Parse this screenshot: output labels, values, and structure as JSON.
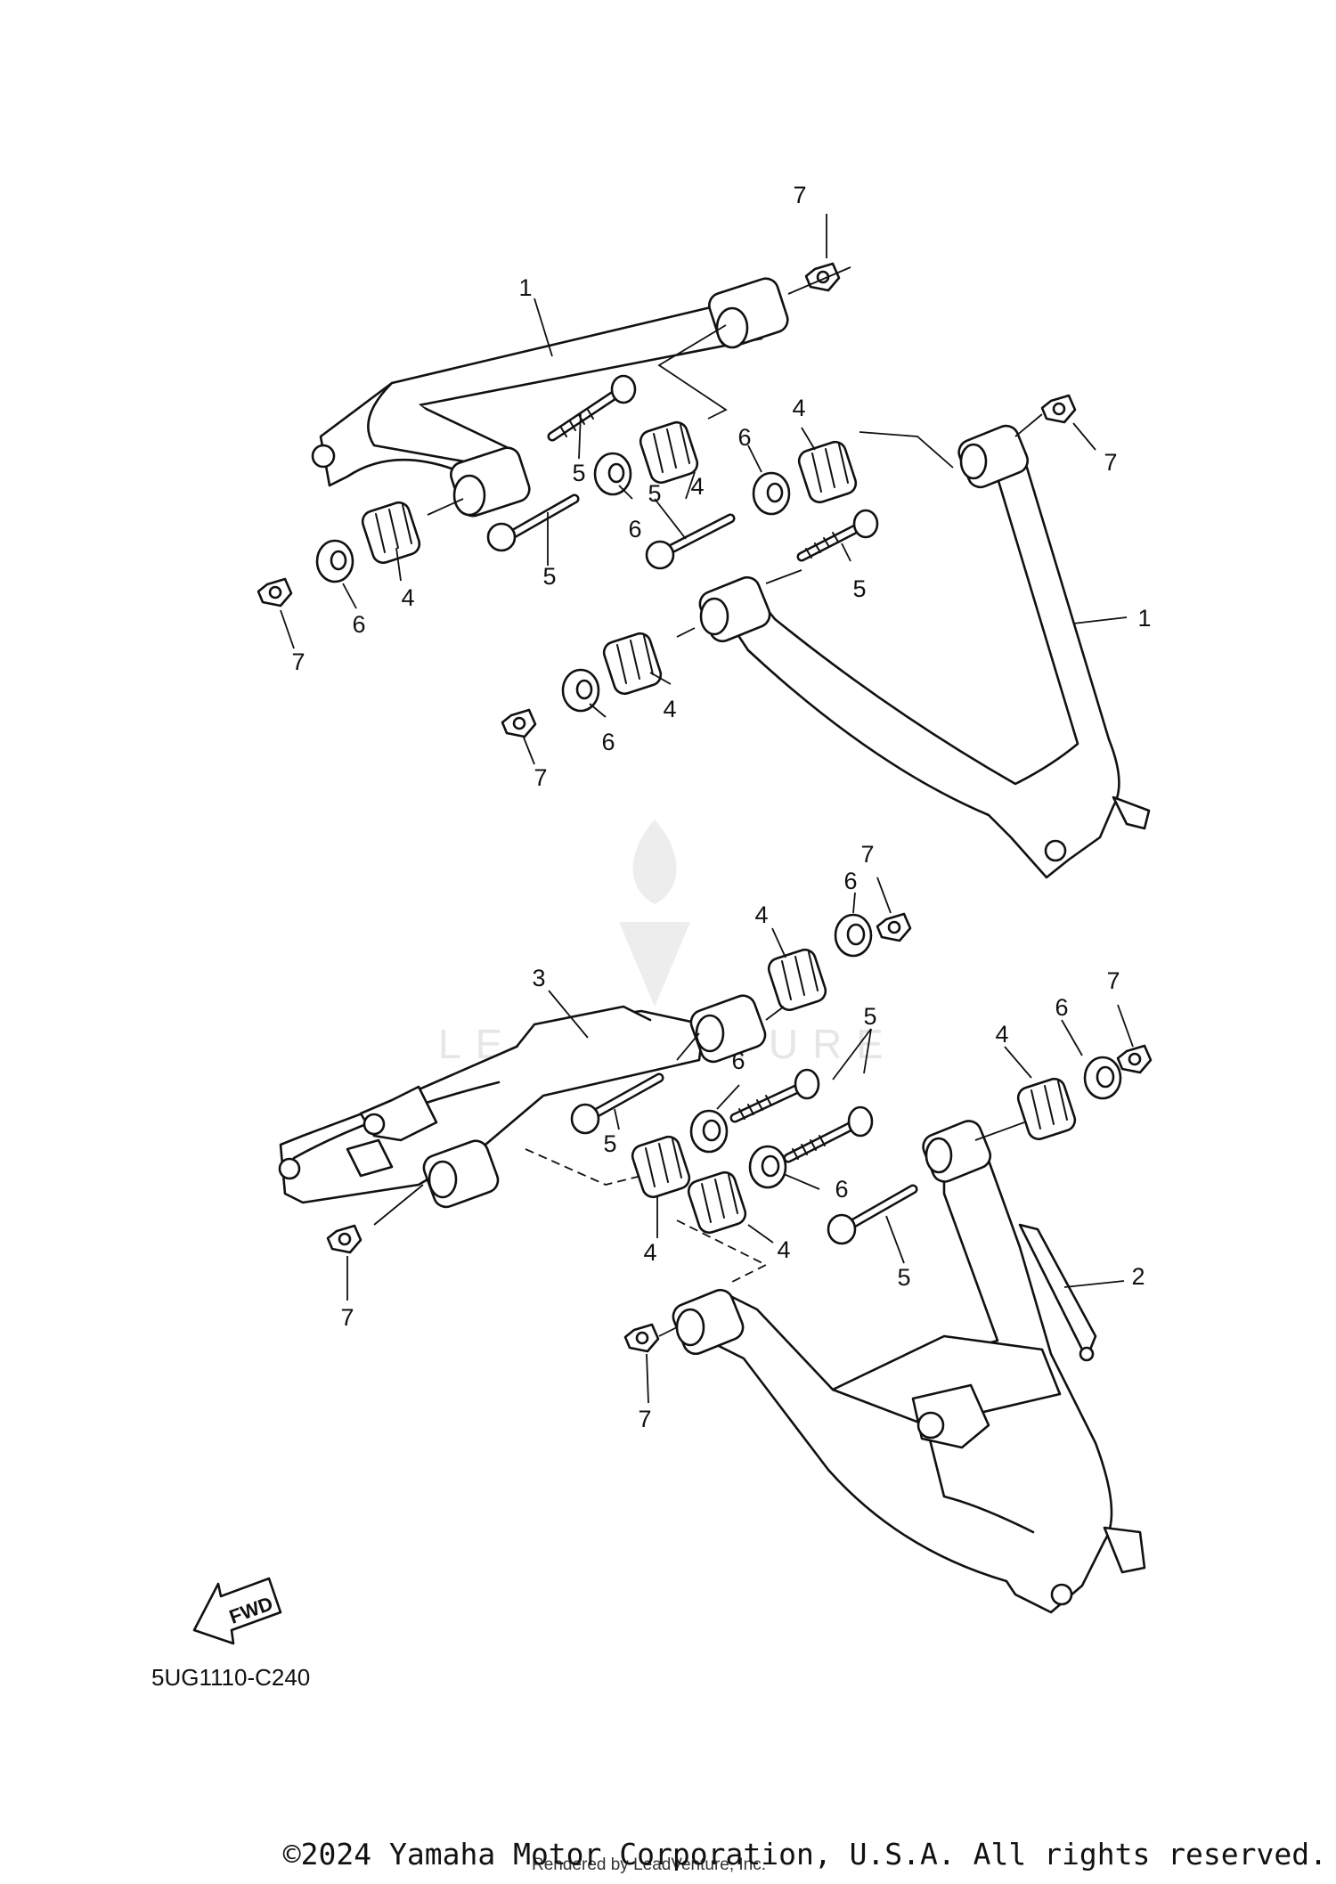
{
  "diagram": {
    "callouts": {
      "c1": "7",
      "c2": "1",
      "c3": "5",
      "c4": "4",
      "c5": "6",
      "c6": "4",
      "c7": "7",
      "c8": "6",
      "c9": "5",
      "c10": "5",
      "c11": "4",
      "c12": "6",
      "c13": "7",
      "c14": "5",
      "c15": "1",
      "c16": "4",
      "c17": "6",
      "c18": "7",
      "c19": "7",
      "c20": "6",
      "c21": "4",
      "c22": "3",
      "c23": "5",
      "c24": "6",
      "c25": "7",
      "c26": "4",
      "c27": "6",
      "c28": "5",
      "c29": "6",
      "c30": "5",
      "c31": "4",
      "c32": "4",
      "c33": "7",
      "c34": "2",
      "c35": "7"
    },
    "fwd_label": "FWD",
    "diagram_code": "5UG1110-C240",
    "watermark": "LEADVENTURE"
  },
  "footer": {
    "copyright": "©2024 Yamaha Motor Corporation, U.S.A. All rights reserved.",
    "rendered_by": "Rendered by LeadVenture, Inc."
  }
}
